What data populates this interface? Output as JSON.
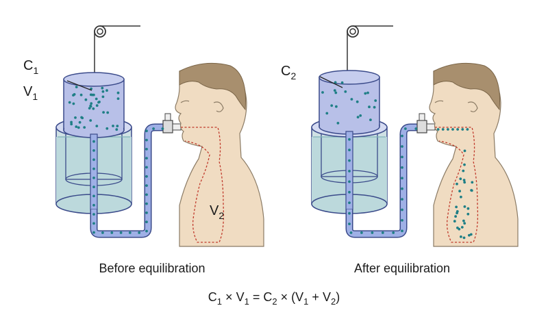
{
  "panels": [
    {
      "caption": "Before equilibration",
      "spirometer_labels": {
        "c": "C",
        "c_sub": "1",
        "v": "V",
        "v_sub": "1"
      },
      "lung_label": {
        "v": "V",
        "v_sub": "2"
      }
    },
    {
      "caption": "After equilibration",
      "spirometer_labels": {
        "c": "C",
        "c_sub": "2"
      }
    }
  ],
  "equation": {
    "c1": "C",
    "c1_sub": "1",
    "times1": "×",
    "v1": "V",
    "v1_sub": "1",
    "equals": "=",
    "c2": "C",
    "c2_sub": "2",
    "times2": "×",
    "open_paren": "(",
    "v1b": "V",
    "v1b_sub": "1",
    "plus": "+",
    "v2": "V",
    "v2_sub": "2",
    "close_paren": ")"
  },
  "colors": {
    "gas_chamber": "#b8c0e8",
    "water": "#bcd9dc",
    "tube": "#9fb0e6",
    "particle": "#1f7f86",
    "skin": "#f0dcc2",
    "hair": "#a88f6e",
    "lung_outline": "#c0392b",
    "outline": "#3a4a8a"
  }
}
